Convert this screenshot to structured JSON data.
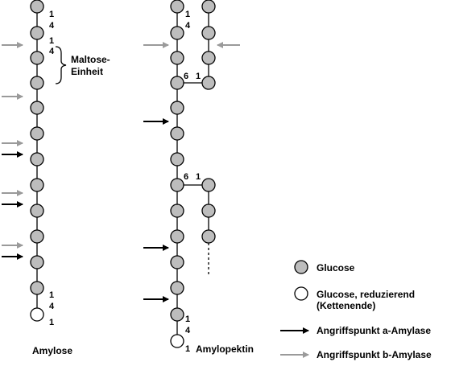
{
  "colors": {
    "glucose_fill": "#bdbdbd",
    "end_fill": "#ffffff",
    "stroke": "#000000",
    "alpha_arrow": "#000000",
    "beta_arrow": "#9a9a9a"
  },
  "amylose": {
    "caption": "Amylose",
    "top_bond": [
      "1",
      "4",
      "1",
      "4"
    ],
    "bottom_bond": [
      "1",
      "4",
      "1"
    ],
    "maltose_label_line1": "Maltose-",
    "maltose_label_line2": "Einheit"
  },
  "amylopektin": {
    "caption": "Amylopektin",
    "top_bond": [
      "1",
      "4"
    ],
    "bottom_bond": [
      "1",
      "4",
      "1"
    ],
    "branch1": {
      "six": "6",
      "one": "1"
    },
    "branch2": {
      "six": "6",
      "one": "1"
    }
  },
  "legend": {
    "glucose": "Glucose",
    "reducing_line1": "Glucose, reduzierend",
    "reducing_line2": "(Kettenende)",
    "alpha_attack": "Angriffspunkt a-Amylase",
    "beta_attack": "Angriffspunkt b-Amylase"
  }
}
